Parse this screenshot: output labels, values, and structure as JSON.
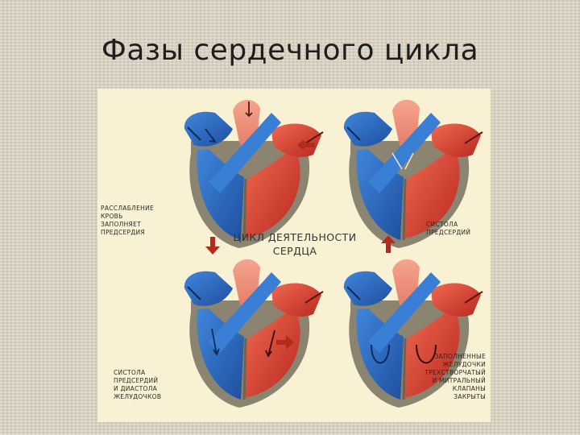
{
  "title": "Фазы сердечного цикла",
  "figure": {
    "center_label": [
      "ЦИКЛ ДЕЯТЕЛЬНОСТИ",
      "СЕРДЦА"
    ],
    "captions": {
      "top_left": [
        "РАССЛАБЛЕНИЕ",
        "КРОВЬ",
        "ЗАПОЛНЯЕТ",
        "ПРЕДСЕРДИЯ"
      ],
      "top_right": [
        "СИСТОЛА",
        "ПРЕДСЕРДИЙ"
      ],
      "bottom_left": [
        "СИСТОЛА",
        "ПРЕДСЕРДИЙ",
        "И ДИАСТОЛА",
        "ЖЕЛУДОЧКОВ"
      ],
      "bottom_right": [
        "ЗАПОЛНЕННЫЕ",
        "ЖЕЛУДОЧКИ",
        "ТРЕХСТВОРЧАТЫЙ",
        "И МИТРАЛЬНЫЙ",
        "КЛАПАНЫ",
        "ЗАКРЫТЫ"
      ]
    },
    "colors": {
      "deoxygenated_blood": "#2f6fc4",
      "oxygenated_blood": "#d8412f",
      "arrow": "#b52a1e",
      "wall": "#8a8470",
      "background": "#f8f1d4"
    }
  }
}
